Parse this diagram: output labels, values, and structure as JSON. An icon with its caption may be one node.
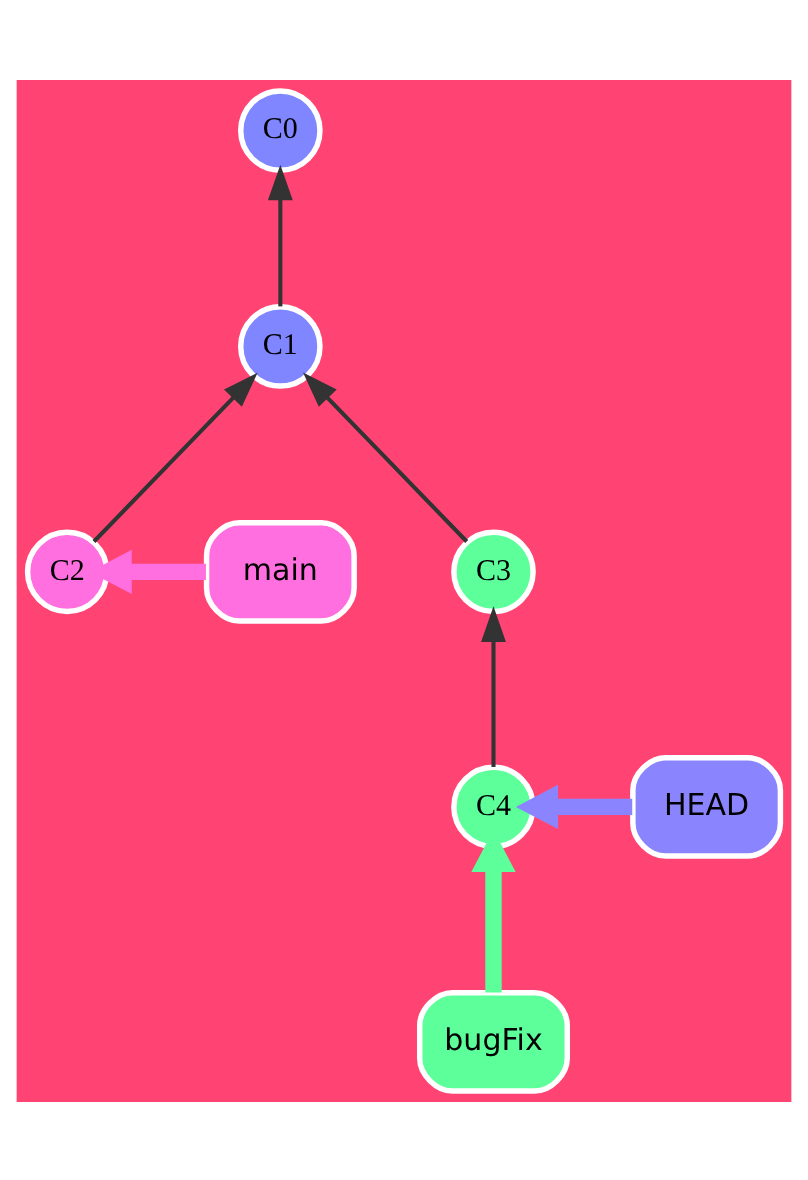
{
  "diagram": {
    "nodes": [
      {
        "text": [
          "C0"
        ]
      },
      {
        "text": [
          "C1"
        ]
      },
      {
        "text": [
          "C2"
        ]
      },
      {
        "text": [
          "main"
        ]
      },
      {
        "text": [
          "C3"
        ]
      },
      {
        "text": [
          "HEAD"
        ]
      },
      {
        "text": [
          "C4"
        ]
      },
      {
        "text": [
          "bugFix"
        ]
      }
    ],
    "edges": [
      {
        "from": 1,
        "to": 0,
        "arrow": "to"
      },
      {
        "from": 2,
        "to": 1,
        "arrow": "to"
      },
      {
        "from": 4,
        "to": 1,
        "arrow": "to"
      },
      {
        "from": 6,
        "to": 4,
        "arrow": "to"
      },
      {
        "from": 3,
        "to": 2,
        "arrow": "to",
        "style": "thick",
        "color": "#ff6fe0"
      },
      {
        "from": 5,
        "to": 6,
        "arrow": "to",
        "style": "thick",
        "color": "#8a85ff"
      },
      {
        "from": 7,
        "to": 6,
        "arrow": "to",
        "style": "thick",
        "color": "#5cff9a"
      }
    ]
  }
}
